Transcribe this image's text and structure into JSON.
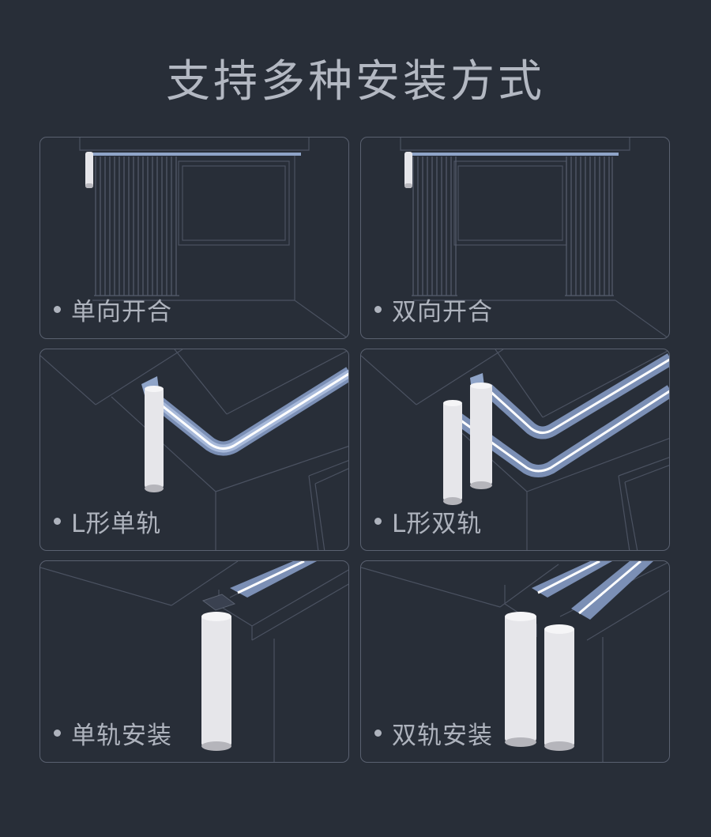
{
  "title": "支持多种安装方式",
  "cards": [
    {
      "label": "单向开合"
    },
    {
      "label": "双向开合"
    },
    {
      "label": "L形单轨"
    },
    {
      "label": "L形双轨"
    },
    {
      "label": "单轨安装"
    },
    {
      "label": "双轨安装"
    }
  ],
  "colors": {
    "background": "#282e38",
    "line": "#4b5261",
    "rail": "#8fa4c8",
    "motor": "#e6e6ea"
  }
}
